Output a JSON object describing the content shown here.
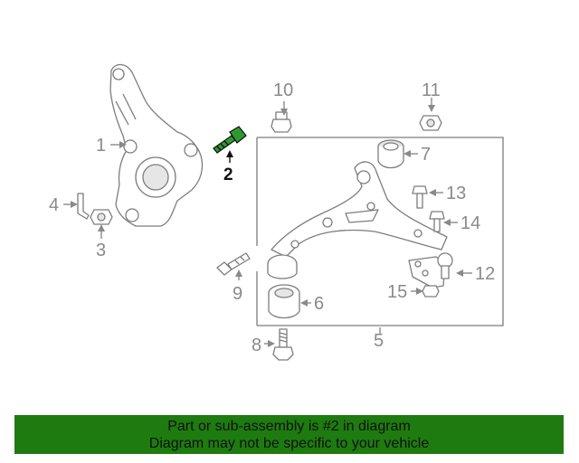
{
  "callouts": {
    "c1": "1",
    "c2": "2",
    "c3": "3",
    "c4": "4",
    "c5": "5",
    "c6": "6",
    "c7": "7",
    "c8": "8",
    "c9": "9",
    "c10": "10",
    "c11": "11",
    "c12": "12",
    "c13": "13",
    "c14": "14",
    "c15": "15"
  },
  "highlighted_part": "2",
  "banner": {
    "line1": "Part or sub-assembly is #2 in diagram",
    "line2": "Diagram may not be specific to your vehicle"
  },
  "colors": {
    "banner_bg": "#1e7b0f",
    "highlight_part": "#2e9a2e",
    "line_art": "#7d7d7d"
  }
}
